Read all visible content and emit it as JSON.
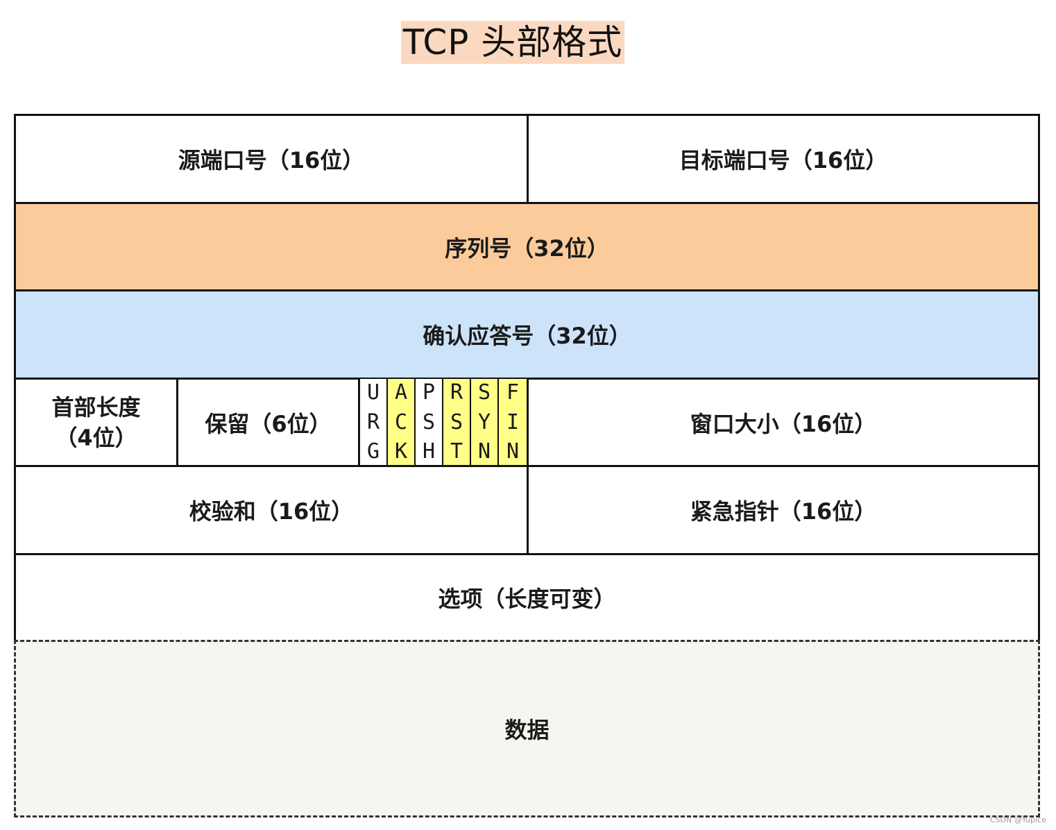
{
  "title": "TCP 头部格式",
  "rows": {
    "src_port": "源端口号（16位）",
    "dst_port": "目标端口号（16位）",
    "seq": "序列号（32位）",
    "ack": "确认应答号（32位）",
    "header_len": "首部长度（4位）",
    "reserved": "保留（6位）",
    "window": "窗口大小（16位）",
    "checksum": "校验和（16位）",
    "urgent": "紧急指针（16位）",
    "options": "选项（长度可变）",
    "data": "数据"
  },
  "flags": [
    {
      "name": "URG",
      "c1": "U",
      "c2": "R",
      "c3": "G",
      "highlight": false
    },
    {
      "name": "ACK",
      "c1": "A",
      "c2": "C",
      "c3": "K",
      "highlight": true
    },
    {
      "name": "PSH",
      "c1": "P",
      "c2": "S",
      "c3": "H",
      "highlight": false
    },
    {
      "name": "RST",
      "c1": "R",
      "c2": "S",
      "c3": "T",
      "highlight": true
    },
    {
      "name": "SYN",
      "c1": "S",
      "c2": "Y",
      "c3": "N",
      "highlight": true
    },
    {
      "name": "FIN",
      "c1": "F",
      "c2": "I",
      "c3": "N",
      "highlight": true
    }
  ],
  "colors": {
    "title_bg": "#fbd9c0",
    "seq_bg": "#fbcb9c",
    "ack_bg": "#cce3fa",
    "flag_highlight": "#ffff88",
    "data_bg": "#f7f5f0"
  },
  "watermark": "CSDN @Yupice"
}
